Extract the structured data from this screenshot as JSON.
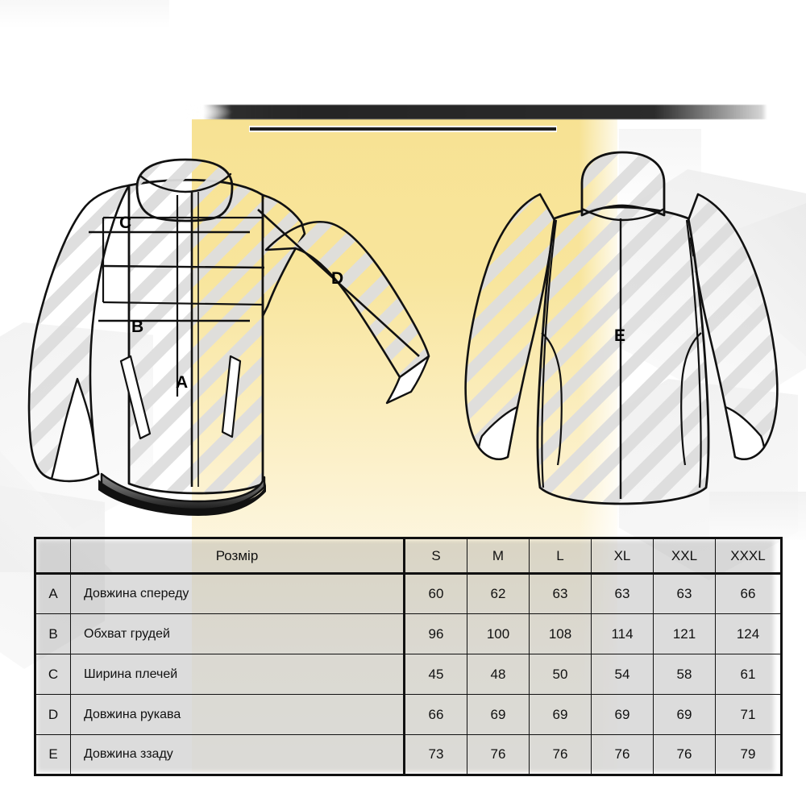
{
  "graphic": {
    "front_jacket": {
      "name": "front-view-jacket",
      "measure_labels": [
        {
          "key": "A",
          "text": "A"
        },
        {
          "key": "B",
          "text": "B"
        },
        {
          "key": "C",
          "text": "C"
        },
        {
          "key": "D",
          "text": "D"
        }
      ]
    },
    "back_jacket": {
      "name": "back-view-jacket",
      "measure_labels": [
        {
          "key": "E",
          "text": "E"
        }
      ]
    },
    "colors": {
      "highlight_panel": "#f7e293",
      "outline": "#111111",
      "hatch": "#dcdcdc",
      "hem_band": "#3a3a3a",
      "background": "#ffffff"
    }
  },
  "table": {
    "header": {
      "letter_col": "",
      "name_col": "Розмір",
      "sizes": [
        "S",
        "M",
        "L",
        "XL",
        "XXL",
        "XXXL"
      ]
    },
    "rows": [
      {
        "letter": "A",
        "name": "Довжина спереду",
        "values": [
          "60",
          "62",
          "63",
          "63",
          "63",
          "66"
        ]
      },
      {
        "letter": "B",
        "name": "Обхват грудей",
        "values": [
          "96",
          "100",
          "108",
          "114",
          "121",
          "124"
        ]
      },
      {
        "letter": "C",
        "name": "Ширина плечей",
        "values": [
          "45",
          "48",
          "50",
          "54",
          "58",
          "61"
        ]
      },
      {
        "letter": "D",
        "name": "Довжина рукава",
        "values": [
          "66",
          "69",
          "69",
          "69",
          "69",
          "71"
        ]
      },
      {
        "letter": "E",
        "name": "Довжина ззаду",
        "values": [
          "73",
          "76",
          "76",
          "76",
          "76",
          "79"
        ]
      }
    ]
  }
}
